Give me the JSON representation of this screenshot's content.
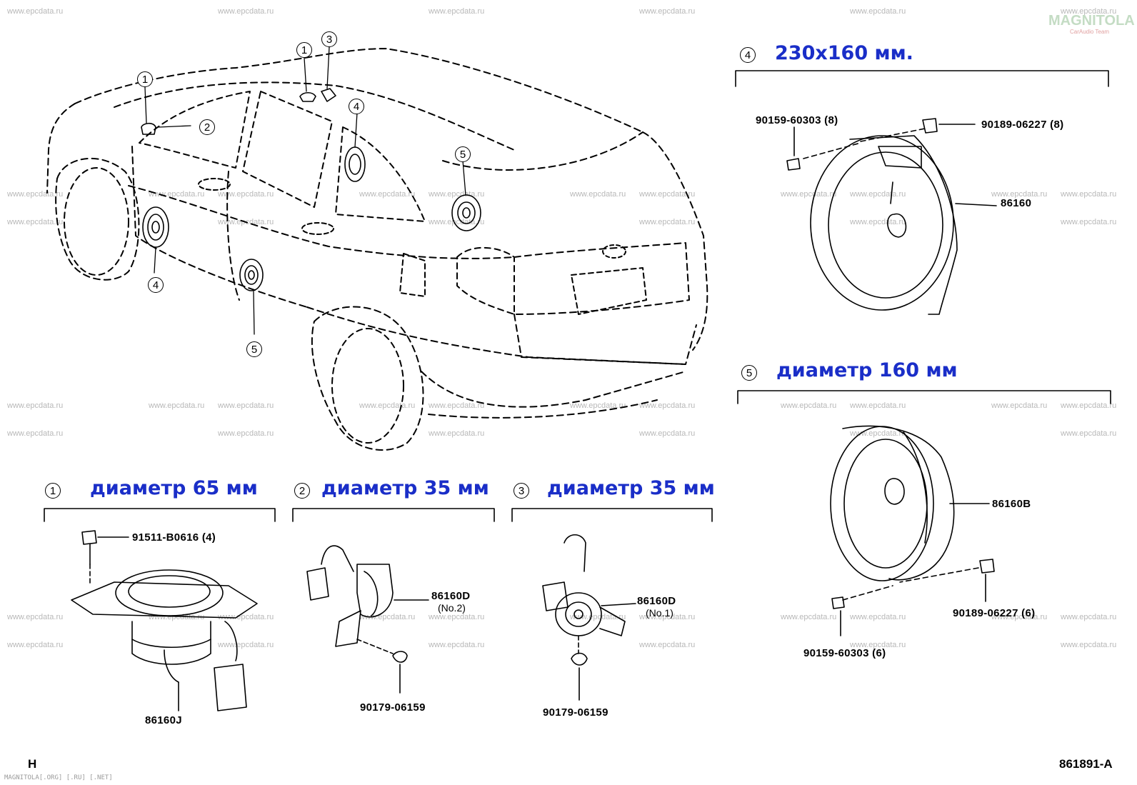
{
  "watermark": "www.epcdata.ru",
  "logo": {
    "text": "MAGNITOLA",
    "sub": "CarAudio Team"
  },
  "car_callouts": {
    "c1a": "1",
    "c2": "2",
    "c1b": "1",
    "c3": "3",
    "c4a": "4",
    "c5a": "5",
    "c4b": "4",
    "c5b": "5"
  },
  "section4": {
    "number": "4",
    "header": "230x160 мм.",
    "screw": "90159-60303 (8)",
    "clip": "90189-06227 (8)",
    "speaker": "86160"
  },
  "section5": {
    "number": "5",
    "header": "диаметр 160 мм",
    "speaker": "86160B",
    "clip": "90189-06227 (6)",
    "screw": "90159-60303 (6)"
  },
  "section1": {
    "number": "1",
    "header": "диаметр 65 мм",
    "bolt": "91511-B0616 (4)",
    "speaker": "86160J"
  },
  "section2": {
    "number": "2",
    "header": "диаметр 35 мм",
    "tweeter": "86160D",
    "tweeter_no": "(No.2)",
    "nut": "90179-06159"
  },
  "section3": {
    "number": "3",
    "header": "диаметр 35 мм",
    "tweeter": "86160D",
    "tweeter_no": "(No.1)",
    "nut": "90179-06159"
  },
  "corner_left": "H",
  "diagram_code": "861891-A",
  "footer": "MAGNITOLA[.ORG] [.RU] [.NET]"
}
